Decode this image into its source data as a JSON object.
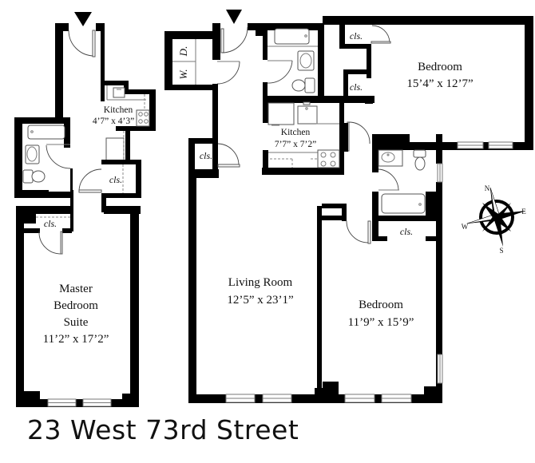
{
  "address": "23 West 73rd Street",
  "entrance_markers": [
    "entrance-arrow-unit-1",
    "entrance-arrow-unit-2"
  ],
  "units": [
    {
      "rooms": [
        {
          "name": "Kitchen",
          "dims": "4’7” x 4’3”"
        },
        {
          "name": "Master Bedroom Suite",
          "name_lines": [
            "Master",
            "Bedroom",
            "Suite"
          ],
          "dims": "11’2” x 17’2”"
        }
      ],
      "closets": [
        "cls.",
        "cls."
      ]
    },
    {
      "rooms": [
        {
          "name": "Kitchen",
          "dims": "7’7” x 7’2”"
        },
        {
          "name": "Living Room",
          "dims": "12’5” x 23’1”"
        },
        {
          "name": "Bedroom",
          "dims": "15’4” x 12’7”"
        },
        {
          "name": "Bedroom",
          "dims": "11’9” x 15’9”"
        }
      ],
      "closets": [
        "cls.",
        "cls.",
        "cls.",
        "cls."
      ],
      "laundry": {
        "washer": "W.",
        "dryer": "D."
      }
    }
  ],
  "compass": {
    "north": "N",
    "east": "E",
    "south": "S",
    "west": "W"
  }
}
